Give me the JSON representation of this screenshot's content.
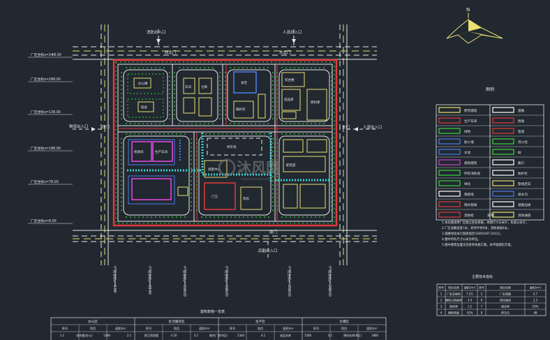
{
  "compass": {
    "north_label": "N"
  },
  "gates": {
    "north_left": "消防出入口",
    "north_right": "人流出入口",
    "north_left_gate": "西北门",
    "north_right_gate": "东北门",
    "west_road": "物流出入口",
    "west_gate": "西门",
    "east_road": "人流出入口",
    "east_gate": "东门",
    "south_road": "后勤出入口",
    "south_gate": "南门"
  },
  "coord_labels_left": [
    "厂区坐标x=2#8.00",
    "厂区坐标x=288.00",
    "厂区坐标x=138.00",
    "厂区坐标x=188.00",
    "厂区坐标x=78.00",
    "厂区坐标x=8.00"
  ],
  "coord_labels_bottom": [
    "厂区坐标y=8.00",
    "厂区坐标y=68.00",
    "厂区坐标y=118.00",
    "厂区坐标y=168.00",
    "厂区坐标y=218.00",
    "厂区坐标y=268.00"
  ],
  "buildings": {
    "b1": "办公楼",
    "b2": "宿舍",
    "b3": "车间",
    "b4": "仓库",
    "b5": "食堂",
    "b6": "锅炉房",
    "b7": "综合楼",
    "b8": "成品库",
    "b9": "原料库",
    "b10": "机修间",
    "b11": "生产车间",
    "b12": "调度中心",
    "b13": "门卫",
    "b14": "泵房",
    "b15": "配电室",
    "b16": "停车场"
  },
  "watermark": {
    "text": "沐风网",
    "url": "www.mfcad.com"
  },
  "legend": {
    "title": "图例",
    "items": [
      {
        "name": "原有建筑",
        "style": "#e8e070"
      },
      {
        "name": "道路",
        "style": "#ffffff"
      },
      {
        "name": "生产车间",
        "style": "#e23a3a"
      },
      {
        "name": "围墙",
        "style": "#e23a3a"
      },
      {
        "name": "绿地",
        "style": "#3ad43a"
      },
      {
        "name": "管道",
        "style": "#e23a3a"
      },
      {
        "name": "防火墙",
        "style": "#4a7ce8"
      },
      {
        "name": "消火栓",
        "style": "#3ad43a"
      },
      {
        "name": "水池",
        "style": "#4a7ce8"
      },
      {
        "name": "树",
        "style": "#3ad43a"
      },
      {
        "name": "规划建筑",
        "style": "#c843c8"
      },
      {
        "name": "路灯",
        "style": "#ffffff"
      },
      {
        "name": "环形消防道",
        "style": "#3ad43a"
      },
      {
        "name": "防护栏",
        "style": "#ffffff"
      },
      {
        "name": "绿化",
        "style": "#3ad43a"
      },
      {
        "name": "管线走向",
        "style": "#e8e070"
      },
      {
        "name": "预留地",
        "style": "#ffffff"
      },
      {
        "name": "排水沟",
        "style": "#4a7ce8"
      },
      {
        "name": "雨水管线",
        "style": "#e23a3a"
      },
      {
        "name": "道路边线",
        "style": "#ffffff"
      },
      {
        "name": "消防栓",
        "style": "#e23a3a"
      },
      {
        "name": "消防通道",
        "style": "#e8e070"
      }
    ]
  },
  "notes": {
    "title": "说明",
    "lines": [
      "1.本总图采用厂区独立坐标系统，本图尺寸以米计，标高以米计。",
      "2.厂区道路宽度7米，转弯半径9米，消防通道4米。",
      "3.道路绿化执行国家规范(GB50187-2012)。",
      "4.图中所有尺寸以米为单位。",
      "5.图中建筑位置详见各单体施工图，本平面图仅示意。"
    ]
  },
  "table_right": {
    "title": "主要技术指标",
    "headers": [
      "序号",
      "项目名称",
      "面积(m²)",
      "序号",
      "项目名称",
      "面积(m²)"
    ],
    "rows": [
      [
        "1",
        "厂区总面积",
        "7.5万",
        "5",
        "厂区道路",
        "0.7"
      ],
      [
        "2",
        "建筑占地面积",
        "3.4",
        "6",
        "绿化面积",
        "2.2"
      ],
      [
        "3",
        "容积率",
        "1.2",
        "7",
        "绿化率",
        "20%"
      ],
      [
        "4",
        "建筑密度",
        "42%",
        "8",
        "停车位",
        "48"
      ]
    ]
  },
  "table_bottom": {
    "title": "建构筑物一览表",
    "group_headers": [
      "办公区",
      "生活服务区",
      "生产区",
      "仓储区"
    ],
    "sub_headers": [
      "序号",
      "项目",
      "面积/m²",
      "序号",
      "项目",
      "面积/m²",
      "序号",
      "项目",
      "面积/m²",
      "序号",
      "项目",
      "面积/m²"
    ],
    "row": [
      "1.1",
      "综合楼(办公)",
      "1280",
      "2.1",
      "职工宿舍楼",
      "4.50",
      "3.1",
      "联合厂房(A区)",
      "2340",
      "4.1",
      "成品仓库",
      "1560",
      "4.1",
      "原料仓库(B区)",
      "1860"
    ]
  }
}
